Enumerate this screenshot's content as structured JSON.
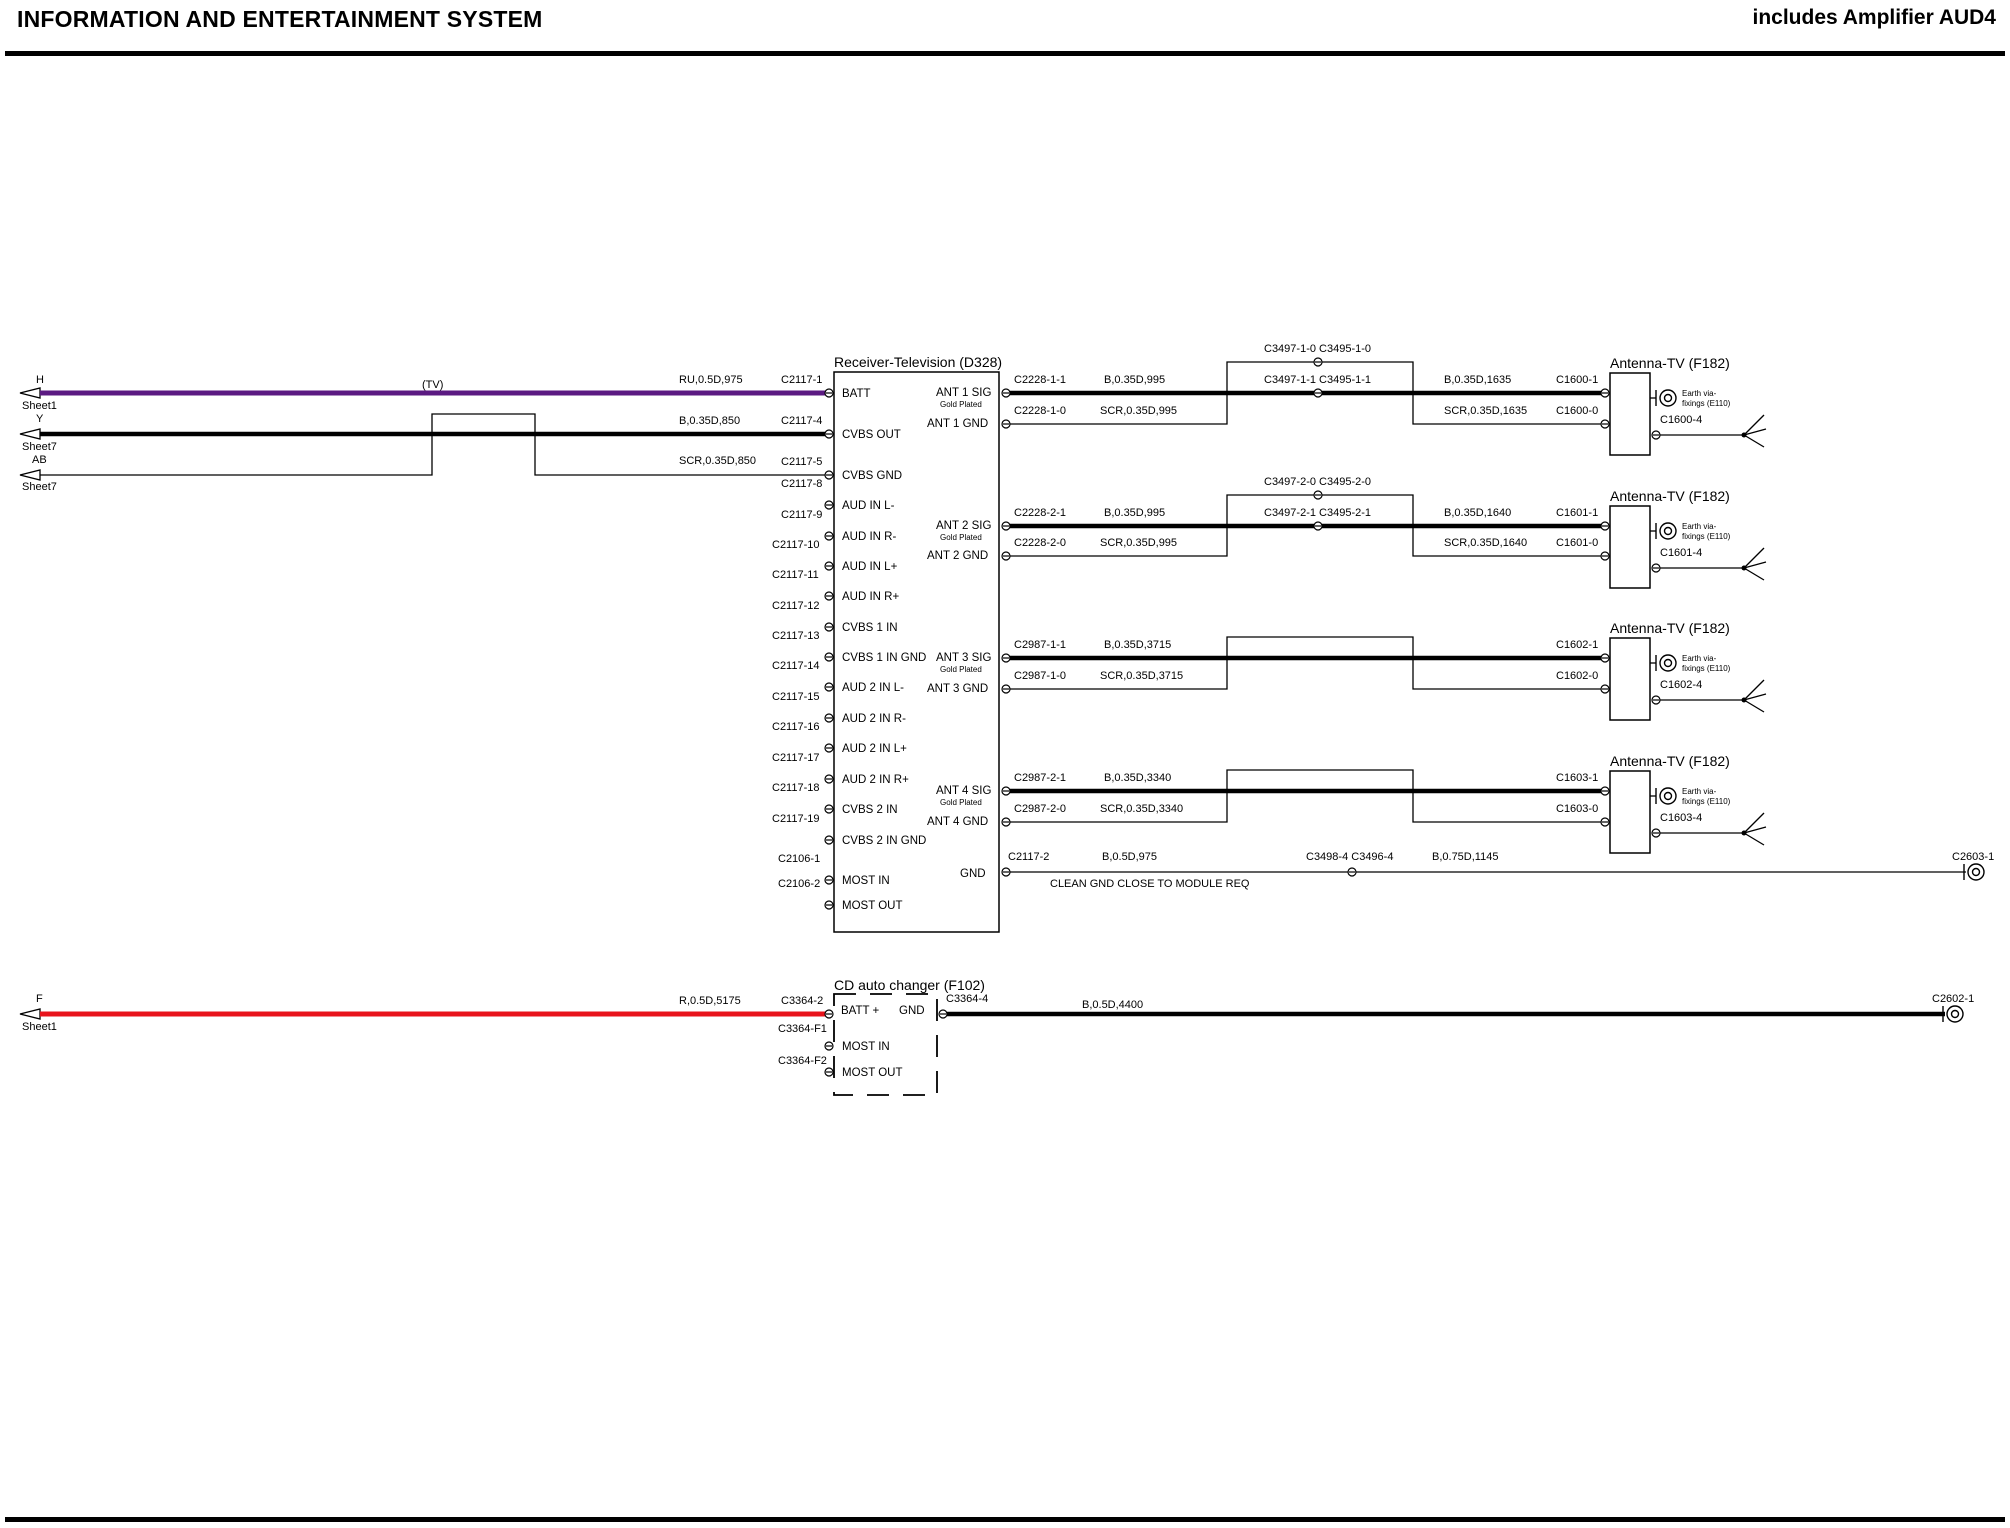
{
  "header": {
    "title": "INFORMATION AND ENTERTAINMENT SYSTEM",
    "subtitle": "includes Amplifier AUD4"
  },
  "colors": {
    "violet_wire": "#5b1a82",
    "red_wire": "#e8141c",
    "black": "#000000"
  },
  "offsheet": [
    {
      "letter": "H",
      "sheet": "Sheet1"
    },
    {
      "letter": "Y",
      "sheet": "Sheet7"
    },
    {
      "letter": "AB",
      "sheet": "Sheet7"
    },
    {
      "letter": "F",
      "sheet": "Sheet1"
    }
  ],
  "tv_label": "(TV)",
  "input_wires": [
    {
      "spec": "RU,0.5D,975",
      "connector": "C2117-1"
    },
    {
      "spec": "B,0.35D,850",
      "connector": "C2117-4"
    },
    {
      "spec": "SCR,0.35D,850",
      "connector": "C2117-5"
    }
  ],
  "receiver": {
    "name": "Receiver-Television (D328)",
    "left_pins": [
      {
        "connector": "C2117-1",
        "label": "BATT"
      },
      {
        "connector": "C2117-4",
        "label": "CVBS OUT"
      },
      {
        "connector": "C2117-5",
        "label": "CVBS GND"
      },
      {
        "connector": "C2117-8",
        "label": "AUD IN L-"
      },
      {
        "connector": "C2117-9",
        "label": "AUD IN R-"
      },
      {
        "connector": "C2117-10",
        "label": "AUD IN L+"
      },
      {
        "connector": "C2117-11",
        "label": "AUD IN R+"
      },
      {
        "connector": "C2117-12",
        "label": "CVBS 1 IN"
      },
      {
        "connector": "C2117-13",
        "label": "CVBS 1 IN GND"
      },
      {
        "connector": "C2117-14",
        "label": "AUD 2 IN L-"
      },
      {
        "connector": "C2117-15",
        "label": "AUD 2 IN R-"
      },
      {
        "connector": "C2117-16",
        "label": "AUD 2 IN L+"
      },
      {
        "connector": "C2117-17",
        "label": "AUD 2 IN R+"
      },
      {
        "connector": "C2117-18",
        "label": "CVBS 2 IN"
      },
      {
        "connector": "C2117-19",
        "label": "CVBS 2 IN GND"
      },
      {
        "connector": "C2106-1",
        "label": "MOST IN"
      },
      {
        "connector": "C2106-2",
        "label": "MOST OUT"
      }
    ],
    "gold_note": "Gold Plated",
    "gnd_label": "GND"
  },
  "antenna_channels": [
    {
      "sig_pin": "ANT 1 SIG",
      "gnd_pin": "ANT 1 GND",
      "sig_conn": "C2228-1-1",
      "gnd_conn": "C2228-1-0",
      "sig_wire": "B,0.35D,995",
      "gnd_wire": "SCR,0.35D,995",
      "inline_top": "C3497-1-0 C3495-1-0",
      "inline_sig": "C3497-1-1 C3495-1-1",
      "far_sig_wire": "B,0.35D,1635",
      "far_gnd_wire": "SCR,0.35D,1635",
      "ant_sig_conn": "C1600-1",
      "ant_gnd_conn": "C1600-0",
      "ant_earth_conn": "C1600-4",
      "antenna": "Antenna-TV (F182)",
      "earth": "Earth via-fixings (E110)"
    },
    {
      "sig_pin": "ANT 2 SIG",
      "gnd_pin": "ANT 2 GND",
      "sig_conn": "C2228-2-1",
      "gnd_conn": "C2228-2-0",
      "sig_wire": "B,0.35D,995",
      "gnd_wire": "SCR,0.35D,995",
      "inline_top": "C3497-2-0 C3495-2-0",
      "inline_sig": "C3497-2-1 C3495-2-1",
      "far_sig_wire": "B,0.35D,1640",
      "far_gnd_wire": "SCR,0.35D,1640",
      "ant_sig_conn": "C1601-1",
      "ant_gnd_conn": "C1601-0",
      "ant_earth_conn": "C1601-4",
      "antenna": "Antenna-TV (F182)",
      "earth": "Earth via-fixings (E110)"
    },
    {
      "sig_pin": "ANT 3 SIG",
      "gnd_pin": "ANT 3 GND",
      "sig_conn": "C2987-1-1",
      "gnd_conn": "C2987-1-0",
      "sig_wire": "B,0.35D,3715",
      "gnd_wire": "SCR,0.35D,3715",
      "inline_top": "",
      "inline_sig": "",
      "far_sig_wire": "",
      "far_gnd_wire": "",
      "ant_sig_conn": "C1602-1",
      "ant_gnd_conn": "C1602-0",
      "ant_earth_conn": "C1602-4",
      "antenna": "Antenna-TV (F182)",
      "earth": "Earth via-fixings (E110)"
    },
    {
      "sig_pin": "ANT 4 SIG",
      "gnd_pin": "ANT 4 GND",
      "sig_conn": "C2987-2-1",
      "gnd_conn": "C2987-2-0",
      "sig_wire": "B,0.35D,3340",
      "gnd_wire": "SCR,0.35D,3340",
      "inline_top": "",
      "inline_sig": "",
      "far_sig_wire": "",
      "far_gnd_wire": "",
      "ant_sig_conn": "C1603-1",
      "ant_gnd_conn": "C1603-0",
      "ant_earth_conn": "C1603-4",
      "antenna": "Antenna-TV (F182)",
      "earth": "Earth via-fixings (E110)"
    }
  ],
  "gnd_run": {
    "conn": "C2117-2",
    "wire": "B,0.5D,975",
    "inline": "C3498-4 C3496-4",
    "wire2": "B,0.75D,1145",
    "end": "C2603-1",
    "note": "CLEAN GND CLOSE TO MODULE REQ"
  },
  "cd": {
    "name": "CD auto changer (F102)",
    "batt_conn": "C3364-2",
    "batt_wire": "R,0.5D,5175",
    "pins": [
      {
        "connector": "C3364-F1",
        "label": "MOST IN"
      },
      {
        "connector": "C3364-F2",
        "label": "MOST OUT"
      }
    ],
    "batt_label": "BATT +",
    "gnd_label": "GND",
    "gnd_conn": "C3364-4",
    "gnd_wire": "B,0.5D,4400",
    "gnd_end": "C2602-1"
  }
}
